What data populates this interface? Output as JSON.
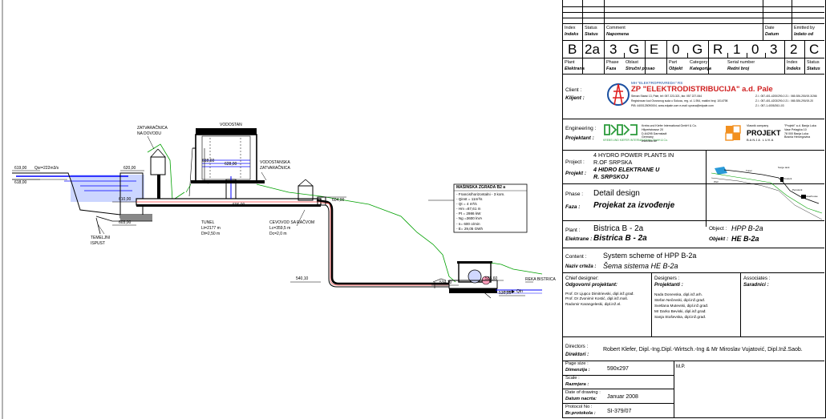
{
  "header": {
    "col_index": "Index",
    "col_index_sr": "Indeks",
    "col_status": "Status",
    "col_status_sr": "Status",
    "col_comment": "Comment",
    "col_comment_sr": "Napomena",
    "col_date": "Date",
    "col_date_sr": "Datum",
    "col_emitted": "Emitted by",
    "col_emitted_sr": "Izdato od"
  },
  "code": {
    "chars": [
      "B",
      "2a",
      "3",
      "G",
      "E",
      "0",
      "G",
      "R",
      "1",
      "0",
      "3",
      "2",
      "C"
    ],
    "labels": [
      {
        "en": "Plant",
        "sr": "Elektrana"
      },
      {
        "en": "Phase",
        "sr": "Faza"
      },
      {
        "en": "Oblast",
        "sr": "Stručni posao"
      },
      {
        "en": "Part",
        "sr": "Objekt"
      },
      {
        "en": "Category",
        "sr": "Kategorija"
      },
      {
        "en": "Serial number",
        "sr": "Redni broj"
      },
      {
        "en": "Index",
        "sr": "Indeks"
      },
      {
        "en": "Status",
        "sr": "Status"
      }
    ]
  },
  "client": {
    "label": "Client :",
    "label_sr": "Klijent :",
    "org_top": "MH \"ELEKTROPRIVREDA\" RS",
    "org_name": "ZP \"ELEKTRODISTRIBUCIJA\" a.d. Pale",
    "address": "Stevan Stanić 13, Pale, tel: 057 223-321, fax: 057 227-064",
    "reg": "Registrovan kod Osnovnog suda u Sokocu, reg. ul. 1-954, matični broj: 1014798",
    "pib": "PIB: 4400125090004, www.edpale.com e-mail: uprava@edpale.com",
    "phones1": "Z.I.: 057-401-4200/290-0 Z.I.: 065-926-250/19-3/266",
    "phones2": "Z.I.: 057-401-4203/290-0 Z.I.: 065-926-290/19-20",
    "phones3": "Z.I.: 057-1-4005/261/-03"
  },
  "engineering": {
    "label": "Engineering :",
    "label_sr": "Projektant :",
    "logo1_sub": "KREBS UND KIEFER INTERNATIONAL GmbH & Co.",
    "k_lines": [
      "Krebs und Kiefer International GmbH & Co.",
      "Hilpertstrasse 20",
      "D-64295 Darmstadt",
      "Germany",
      "www.kuk.de"
    ],
    "projekt_small": "Vlasnik company",
    "projekt_name": "PROJEKT",
    "projekt_city": "BANJA LUKA",
    "p_lines": [
      "\"Projekt\" a.d. Banja Luka",
      "Vase Pelagića 10",
      "78 000 Banja Luka",
      "Bosnia Herzegovina"
    ]
  },
  "project": {
    "label": "Project :",
    "label_sr": "Projekt :",
    "en1": "4 HYDRO POWER PLANTS IN",
    "en2": "R.OF SRPSKA",
    "sr1": "4 HIDRO ELEKTRANE U",
    "sr2": "R. SRPSKOJ"
  },
  "mini_map": {
    "labels": [
      "Surge tank",
      "Tunel",
      "Pinstock",
      "Penstock",
      "Powerhouse",
      "Weir"
    ]
  },
  "phase": {
    "label": "Phase :",
    "label_sr": "Faza :",
    "en": "Detail design",
    "sr": "Projekat za izvođenje"
  },
  "plant": {
    "label": "Plant :",
    "label_sr": "Elektrane :",
    "en": "Bistrica B - 2a",
    "sr": "Bistrica B - 2a"
  },
  "object": {
    "label": "Object :",
    "label_sr": "Objekt :",
    "en": "HPP B-2a",
    "sr": "HE B-2a"
  },
  "content": {
    "label": "Content :",
    "label_sr": "Naziv crteža :",
    "en": "System scheme of HPP B-2a",
    "sr": "Šema sistema HE B-2a"
  },
  "chief": {
    "label": "Chief designer:",
    "label_sr": "Odgovorni projektant:",
    "names": [
      "Prof. Dr Ljupco Dimitrievski, dipl.inž.građ.",
      "Prof. Dr Zvonimir Kostić, dipl.inž.maš.",
      "Radomir Karangeleski, dipl.inž.el."
    ]
  },
  "designers": {
    "label": "Designers :",
    "label_sr": "Projektanti :",
    "names": [
      "Nada Donevska, dipl.inž.arh.",
      "Stefan Nečevski, dipl.inž.građ.",
      "Svetlana Mutevski, dipl.inž.građ.",
      "Mr Darko Beviski, dipl.inž.građ.",
      "Sanja Stoševska, dipl.inž.građ."
    ]
  },
  "associates": {
    "label": "Associates :",
    "label_sr": "Saradnici :"
  },
  "directors": {
    "label": "Directors :",
    "label_sr": "Direktori :",
    "value": "Robert Klefer, Dipl.-Ing.Dipl.-Wirtsch.-Ing & Mr Miroslav Vujatović, Dipl.Inž.Saob."
  },
  "page_size": {
    "label": "Page size :",
    "label_sr": "Dimenzija :",
    "value": "590x297"
  },
  "mp": "M.P.",
  "scale": {
    "label": "Scale :",
    "label_sr": "Razmjera :"
  },
  "drawing_date": {
    "label": "Date of drawing :",
    "label_sr": "Datum nacrta:",
    "value": "Januar 2008"
  },
  "protocol": {
    "label": "Protocol No :",
    "label_sr": "Br.protokola :",
    "value": "SI-379/07"
  },
  "scheme": {
    "zatvaracnica": "ZATVARAČNICA",
    "na_dovodu": "NA DOVODU",
    "vodostan": "VODOSTAN",
    "vodostanska": "VODOSTANSKA",
    "zatvaracnica2": "ZATVARAČNICA",
    "temeljni": "TEMELJNI",
    "ispust": "ISPUST",
    "tunel": "TUNEL",
    "tunel_l": "Lt=2177 m",
    "tunel_d": "Dt=2,50 m",
    "cevovod": "CEVOVOD SA RAČVOM",
    "cevovod_l": "Lc=359,5 m",
    "cevovod_d": "Dc=2,0 m",
    "reka": "REKA BISTRICA",
    "qin": "Qin",
    "lvl_619": "619,00",
    "lvl_618": "618,00",
    "lvl_620": "620,00",
    "lvl_610": "610,00",
    "lvl_603": "603,00",
    "lvl_606": "606,00",
    "lvl_604": "604,00",
    "lvl_610b": "610,30",
    "lvl_618b": "618,60",
    "lvl_540": "540,10",
    "lvl_535": "535,60",
    "lvl_534": "534,10",
    "lvl_530": "530,05",
    "lvl_628": "628,00",
    "q_inflow": "Qsr=222m3/s",
    "masinska_title": "MAŠINSKA ZGRADA B2 a",
    "masinska": [
      "- Francis/horizontalni - 3 kom.",
      "- Qinst = 11m³/s",
      "- Qt = 4 m³/s",
      "- Hm =87,61 m",
      "- Pt = 2986 kW",
      "- Ng =3600 kVA",
      "- n= 600 o/min",
      "- E= 29,05 GWh"
    ]
  }
}
